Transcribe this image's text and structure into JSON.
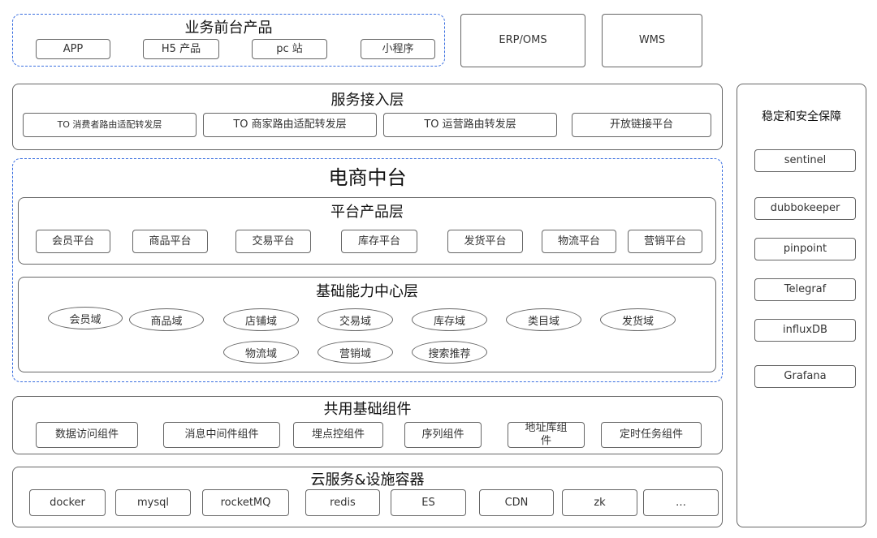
{
  "frontend": {
    "title": "业务前台产品",
    "items": [
      "APP",
      "H5 产品",
      "pc 站",
      "小程序"
    ]
  },
  "side_top": [
    "ERP/OMS",
    "WMS"
  ],
  "access": {
    "title": "服务接入层",
    "items": [
      "TO 消费者路由适配转发层",
      "TO 商家路由适配转发层",
      "TO  运营路由转发层",
      "开放链接平台"
    ]
  },
  "ecommerce": {
    "title": "电商中台",
    "platform": {
      "title": "平台产品层",
      "items": [
        "会员平台",
        "商品平台",
        "交易平台",
        "库存平台",
        "发货平台",
        "物流平台",
        "营销平台"
      ]
    },
    "capability": {
      "title": "基础能力中心层",
      "domains": [
        "会员域",
        "商品域",
        "店铺域",
        "交易域",
        "库存域",
        "类目域",
        "发货域",
        "物流域",
        "营销域",
        "搜索推荐"
      ]
    }
  },
  "common": {
    "title": "共用基础组件",
    "items": [
      "数据访问组件",
      "消息中间件组件",
      "埋点控组件",
      "序列组件",
      "地址库组\n件",
      "定时任务组件"
    ]
  },
  "cloud": {
    "title": "云服务&设施容器",
    "items": [
      "docker",
      "mysql",
      "rocketMQ",
      "redis",
      "ES",
      "CDN",
      "zk",
      "…"
    ]
  },
  "stability": {
    "title": "稳定和安全保障",
    "items": [
      "sentinel",
      "dubbokeeper",
      "pinpoint",
      "Telegraf",
      "influxDB",
      "Grafana"
    ]
  }
}
